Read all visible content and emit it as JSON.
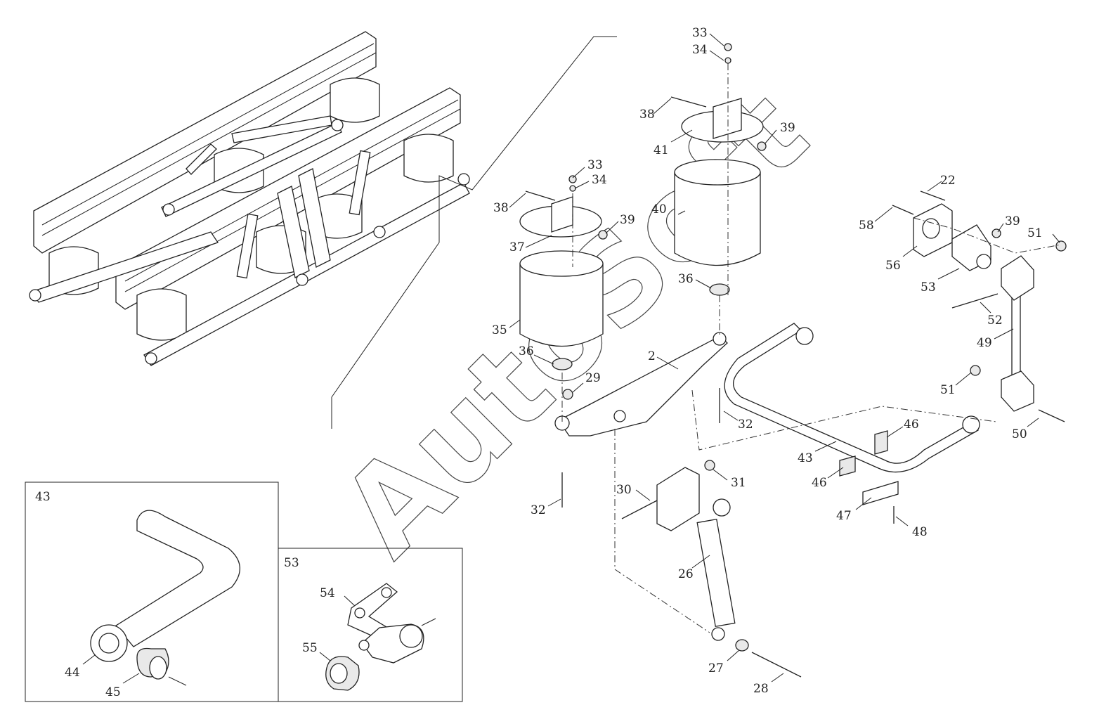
{
  "watermark": "AutoSoft",
  "callouts": {
    "c2": "2",
    "c22": "22",
    "c26": "26",
    "c27": "27",
    "c28": "28",
    "c29": "29",
    "c30": "30",
    "c31": "31",
    "c32a": "32",
    "c32b": "32",
    "c33a": "33",
    "c33b": "33",
    "c34a": "34",
    "c34b": "34",
    "c35": "35",
    "c36a": "36",
    "c36b": "36",
    "c37": "37",
    "c38a": "38",
    "c38b": "38",
    "c39a": "39",
    "c39b": "39",
    "c39c": "39",
    "c40": "40",
    "c41": "41",
    "c43": "43",
    "c46a": "46",
    "c46b": "46",
    "c47": "47",
    "c48": "48",
    "c49": "49",
    "c50": "50",
    "c51a": "51",
    "c51b": "51",
    "c52": "52",
    "c53": "53",
    "c56": "56",
    "c58": "58"
  },
  "inset43": {
    "title": "43",
    "c44": "44",
    "c45": "45"
  },
  "inset53": {
    "title": "53",
    "c54": "54",
    "c55": "55"
  }
}
